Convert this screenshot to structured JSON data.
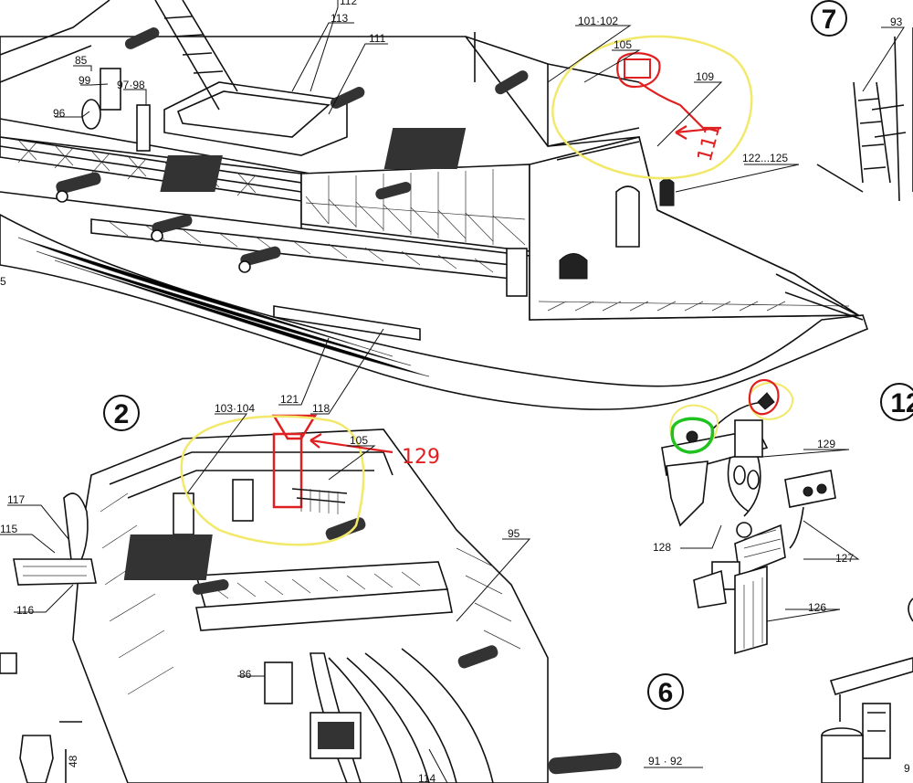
{
  "labels": {
    "l85": "85",
    "l99": "99",
    "l9798": "97·98",
    "l96": "96",
    "l112": "112",
    "l113": "113",
    "l111": "111",
    "l101102": "101·102",
    "l105a": "105",
    "l109": "109",
    "l122125": "122...125",
    "l93": "93",
    "l5": "5",
    "l103104": "103·104",
    "l121": "121",
    "l118": "118",
    "l105b": "105",
    "l117": "117",
    "l115": "115",
    "l116": "116",
    "l95": "95",
    "l86": "86",
    "l114": "114",
    "l9192": "91 · 92",
    "l48": "48",
    "l129": "129",
    "l128": "128",
    "l127": "127",
    "l126": "126",
    "l12x": "12",
    "l9x": "9"
  },
  "steps": {
    "s7": "7",
    "s2": "2",
    "s6": "6",
    "s12": "12"
  },
  "annotations": {
    "hand129": "129",
    "hand111": "111"
  },
  "colors": {
    "highlight_yellow": "#f2e86a",
    "mark_red": "#e02020",
    "mark_green": "#1fc21f"
  }
}
